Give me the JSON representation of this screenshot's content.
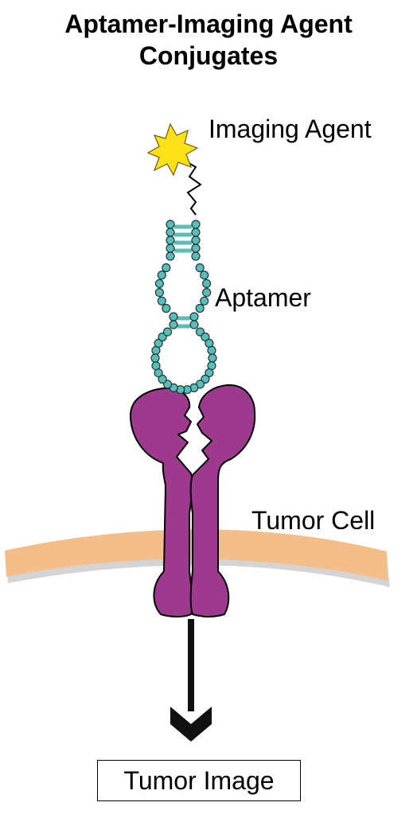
{
  "title": {
    "line1": "Aptamer-Imaging Agent",
    "line2": "Conjugates"
  },
  "labels": {
    "imaging_agent": "Imaging Agent",
    "aptamer": "Aptamer",
    "tumor_cell": "Tumor Cell",
    "tumor_image": "Tumor Image"
  },
  "colors": {
    "star": "#ffe11a",
    "aptamer_beads": "#5bbcb8",
    "receptor": "#9e3a8e",
    "membrane": "#f4be8a",
    "membrane_shadow": "#c9c9c9",
    "arrow": "#111111"
  }
}
